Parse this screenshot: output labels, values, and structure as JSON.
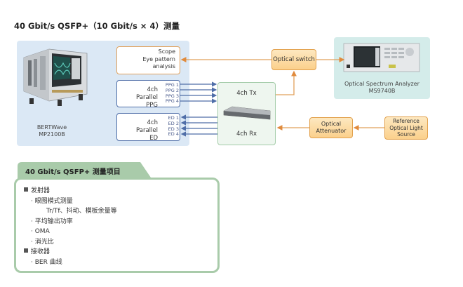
{
  "title": "40 Gbit/s QSFP+（10 Gbit/s × 4）测量",
  "bertwave": {
    "name": "BERTWave",
    "model": "MP2100B",
    "scope_box": [
      "Scope",
      "Eye pattern",
      "analysis"
    ],
    "ppg_box": {
      "label": [
        "4ch Parallel",
        "PPG"
      ],
      "channels": [
        "PPG 1",
        "PPG 2",
        "PPG 3",
        "PPG 4"
      ]
    },
    "ed_box": {
      "label": [
        "4ch Parallel",
        "ED"
      ],
      "channels": [
        "ED 1",
        "ED 2",
        "ED 3",
        "ED 4"
      ]
    }
  },
  "dut": {
    "tx_label": "4ch Tx",
    "rx_label": "4ch Rx",
    "module_icon": "qsfp-module-icon"
  },
  "optical_switch": "Optical switch",
  "osa": {
    "name": "Optical Spectrum Analyzer",
    "model": "MS9740B"
  },
  "attenuator": [
    "Optical",
    "Attenuator"
  ],
  "light_source": [
    "Reference",
    "Optical Light",
    "Source"
  ],
  "colors": {
    "orange": "#e1a05a",
    "blue": "#4f6ea8",
    "green": "#a9cbaa",
    "bert_bg": "#dbe8f5",
    "osa_bg": "#d4ecea"
  },
  "measurement": {
    "tab_title": "40 Gbit/s QSFP+ 测量项目",
    "items": [
      {
        "level": 0,
        "text": "发射器"
      },
      {
        "level": 1,
        "text": "· 眼图模式测量"
      },
      {
        "level": 2,
        "text": "Tr/Tf、抖动、模板余量等"
      },
      {
        "level": 1,
        "text": "· 平均输出功率"
      },
      {
        "level": 1,
        "text": "· OMA"
      },
      {
        "level": 1,
        "text": "· 消光比"
      },
      {
        "level": 0,
        "text": "接收器"
      },
      {
        "level": 1,
        "text": "· BER 曲线"
      }
    ]
  }
}
